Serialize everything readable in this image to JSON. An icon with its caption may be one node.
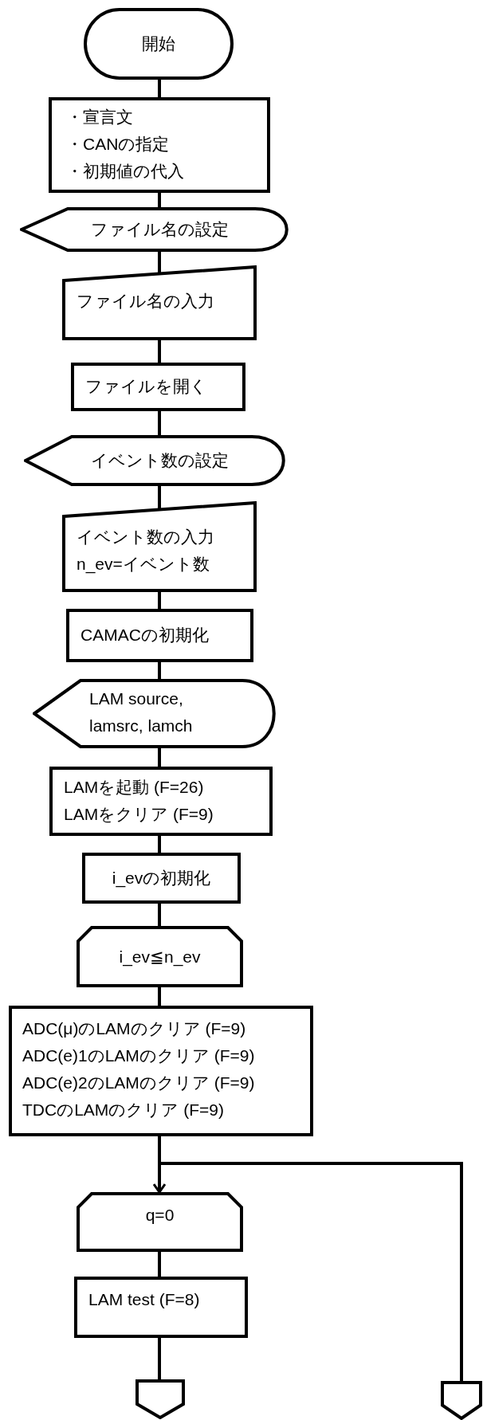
{
  "diagram": {
    "nodes": [
      {
        "text": [
          "開始"
        ]
      },
      {
        "text": [
          "・宣言文",
          "・CANの指定",
          "・初期値の代入"
        ]
      },
      {
        "text": [
          "ファイル名の設定"
        ]
      },
      {
        "text": [
          "ファイル名の入力"
        ]
      },
      {
        "text": [
          "ファイルを開く"
        ]
      },
      {
        "text": [
          "イベント数の設定"
        ]
      },
      {
        "text": [
          "イベント数の入力",
          "n_ev=イベント数"
        ]
      },
      {
        "text": [
          "CAMACの初期化"
        ]
      },
      {
        "text": [
          "LAM source, lamsrc, lamch"
        ]
      },
      {
        "text": [
          "LAMを起動 (F=26)",
          "LAMをクリア (F=9)"
        ]
      },
      {
        "text": [
          "i_evの初期化"
        ]
      },
      {
        "text": [
          "i_ev≦n_ev"
        ]
      },
      {
        "text": [
          "ADC(μ)のLAMのクリア (F=9)",
          "ADC(e)1のLAMのクリア (F=9)",
          "ADC(e)2のLAMのクリア (F=9)",
          "TDCのLAMのクリア (F=9)"
        ]
      },
      {
        "text": [
          "q=0"
        ]
      },
      {
        "text": [
          "LAM test (F=8)"
        ]
      },
      {
        "text": [],
        "shape": "pentagon"
      },
      {
        "text": [],
        "shape": "pentagon"
      }
    ],
    "edges": [
      {
        "from": 0,
        "to": 1,
        "arrow": "none"
      },
      {
        "from": 1,
        "to": 2,
        "arrow": "none"
      },
      {
        "from": 2,
        "to": 3,
        "arrow": "none"
      },
      {
        "from": 3,
        "to": 4,
        "arrow": "none"
      },
      {
        "from": 4,
        "to": 5,
        "arrow": "none"
      },
      {
        "from": 5,
        "to": 6,
        "arrow": "none"
      },
      {
        "from": 6,
        "to": 7,
        "arrow": "none"
      },
      {
        "from": 7,
        "to": 8,
        "arrow": "none"
      },
      {
        "from": 8,
        "to": 9,
        "arrow": "none"
      },
      {
        "from": 9,
        "to": 10,
        "arrow": "none"
      },
      {
        "from": 10,
        "to": 11,
        "arrow": "none"
      },
      {
        "from": 11,
        "to": 12,
        "arrow": "none"
      },
      {
        "from": 12,
        "to": 13,
        "arrow": "none"
      },
      {
        "from": 13,
        "to": 14,
        "arrow": "none"
      },
      {
        "from": 14,
        "to": 15,
        "arrow": "none"
      },
      {
        "from": 16,
        "to": 13,
        "arrow": "to"
      }
    ]
  }
}
